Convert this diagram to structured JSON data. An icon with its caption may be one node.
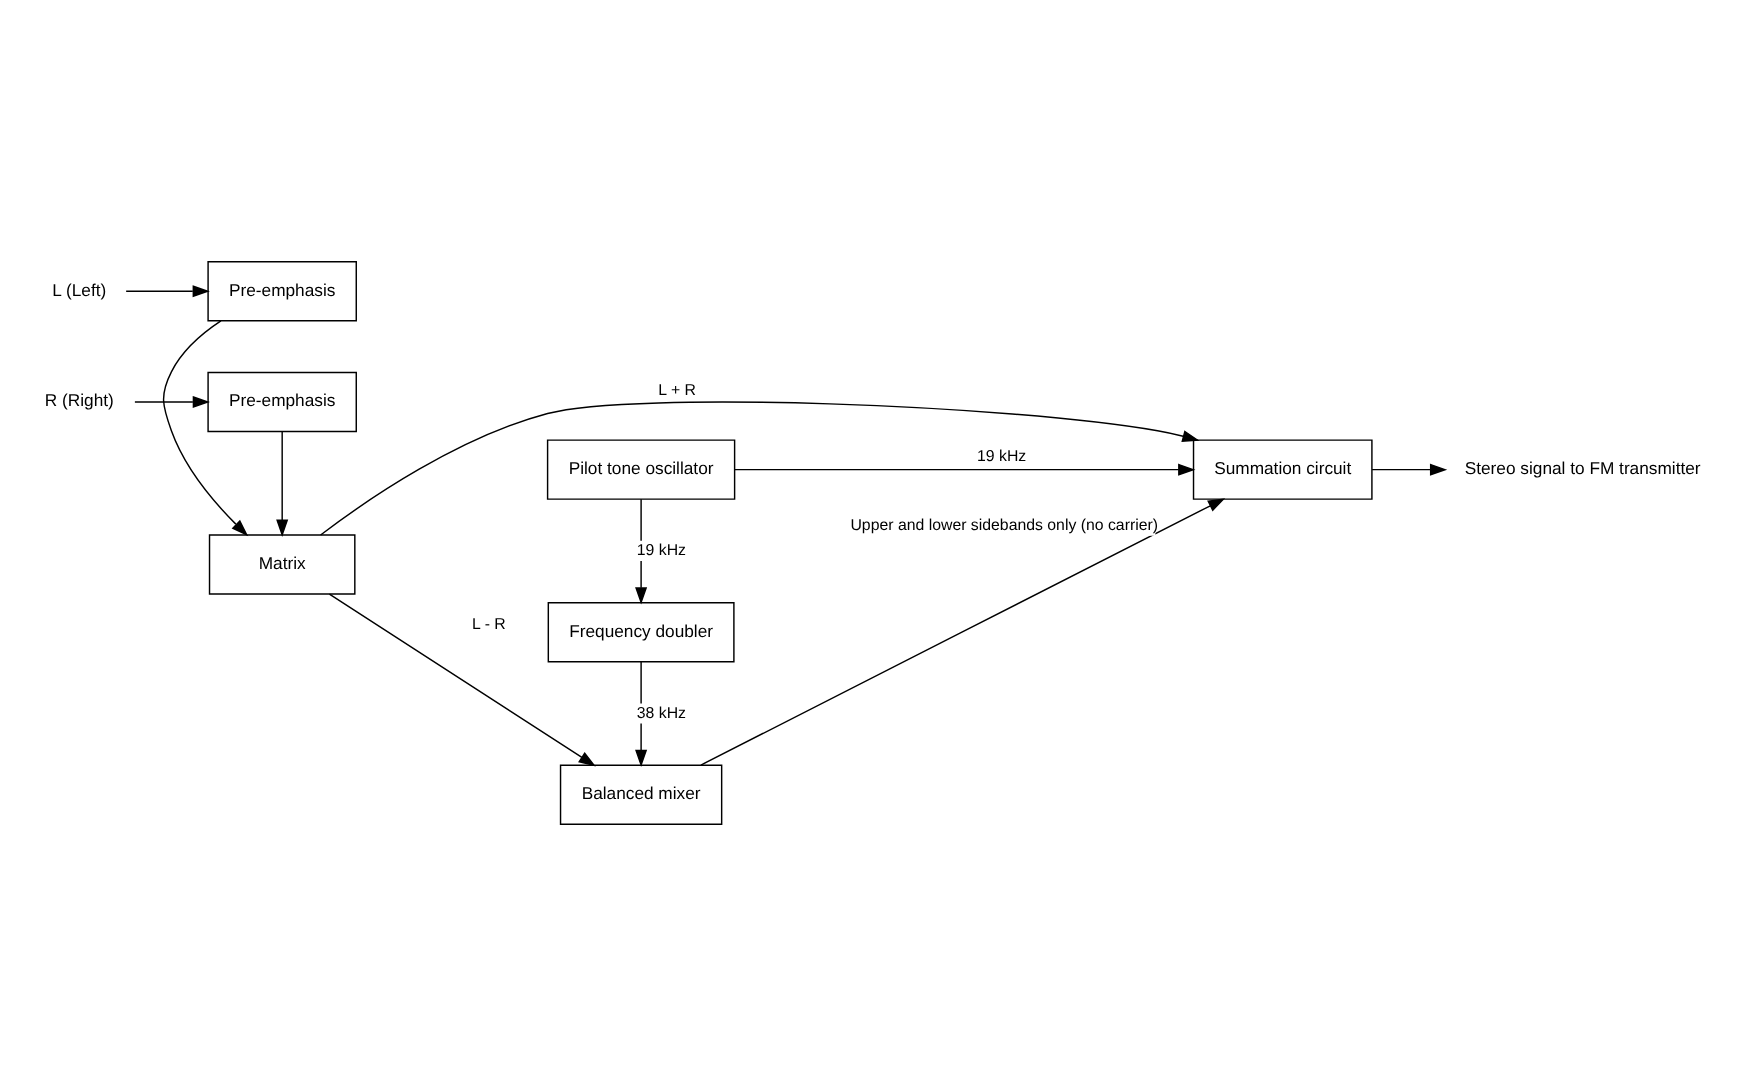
{
  "diagram": {
    "nodes": [
      {
        "text": [
          "L (Left)"
        ]
      },
      {
        "text": [
          "Pre-emphasis"
        ]
      },
      {
        "text": [
          "Matrix"
        ]
      },
      {
        "text": [
          "R (Right)"
        ]
      },
      {
        "text": [
          "Pre-emphasis"
        ]
      },
      {
        "text": [
          "Pilot tone oscillator"
        ]
      },
      {
        "text": [
          "Frequency doubler"
        ]
      },
      {
        "text": [
          "Balanced mixer"
        ]
      },
      {
        "text": [
          "Summation circuit"
        ]
      },
      {
        "text": [
          "Stereo signal to FM transmitter"
        ]
      }
    ],
    "edges": [
      {
        "from": 0,
        "to": 1,
        "arrow": "to"
      },
      {
        "from": 1,
        "to": 2,
        "arrow": "to"
      },
      {
        "from": 3,
        "to": 4,
        "arrow": "to"
      },
      {
        "from": 4,
        "to": 2,
        "arrow": "to"
      },
      {
        "from": 2,
        "to": 8,
        "arrow": "to",
        "label": "L + R"
      },
      {
        "from": 2,
        "to": 7,
        "arrow": "to",
        "label": "L - R"
      },
      {
        "from": 5,
        "to": 8,
        "arrow": "to",
        "label": "19 kHz"
      },
      {
        "from": 5,
        "to": 6,
        "arrow": "to",
        "label": "19 kHz"
      },
      {
        "from": 6,
        "to": 7,
        "arrow": "to",
        "label": "38 kHz"
      },
      {
        "from": 7,
        "to": 8,
        "arrow": "to",
        "label": "Upper and lower sidebands only (no carrier)"
      },
      {
        "from": 8,
        "to": 9,
        "arrow": "to"
      }
    ]
  }
}
